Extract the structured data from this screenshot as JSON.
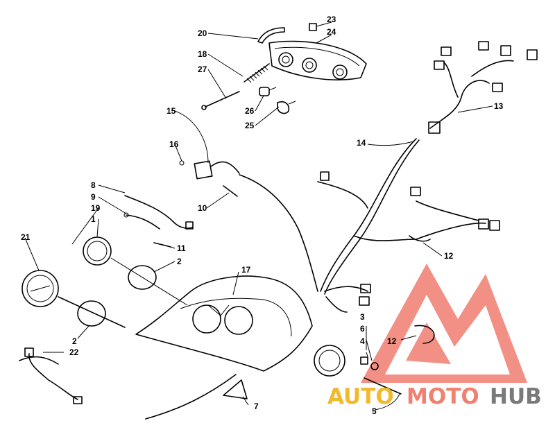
{
  "callouts": {
    "c1": "1",
    "c2a": "2",
    "c2b": "2",
    "c3": "3",
    "c4": "4",
    "c5": "5",
    "c6": "6",
    "c7": "7",
    "c8": "8",
    "c9": "9",
    "c10": "10",
    "c11": "11",
    "c12a": "12",
    "c12b": "12",
    "c13": "13",
    "c14": "14",
    "c15": "15",
    "c16": "16",
    "c17": "17",
    "c18": "18",
    "c19": "19",
    "c20": "20",
    "c21": "21",
    "c22": "22",
    "c23": "23",
    "c24": "24",
    "c25": "25",
    "c26": "26",
    "c27": "27"
  },
  "watermark": {
    "word_auto": "AUTO",
    "word_moto": "MOTO",
    "word_hub": "HUB",
    "colors": {
      "auto": "#f3b92c",
      "moto": "#f0806f",
      "hub": "#7a7a7a",
      "logo": "#ef6b5d"
    }
  }
}
